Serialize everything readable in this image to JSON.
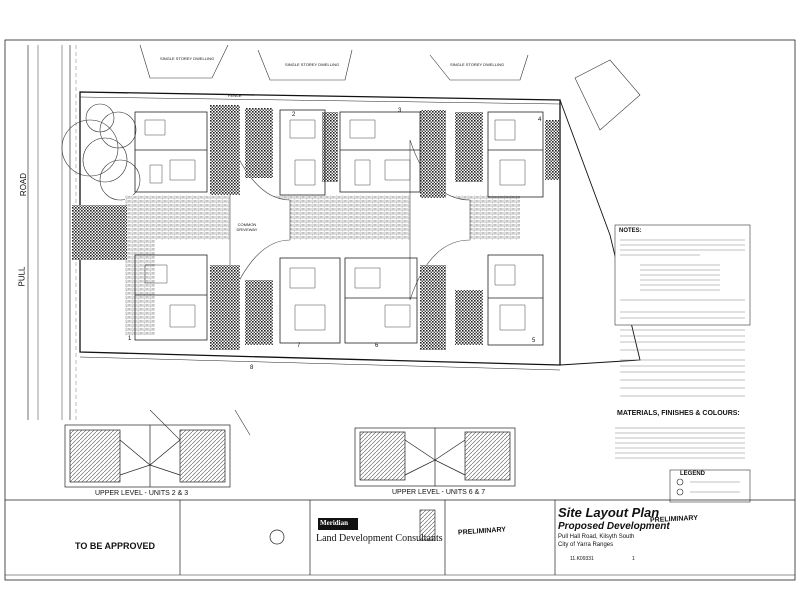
{
  "drawing": {
    "title": "Site Layout Plan",
    "subtitle": "Proposed Development",
    "address_line1": "Pull Hall Road, Kilsyth South",
    "address_line2": "City of Yarra Ranges",
    "status_stamp": "PRELIMINARY",
    "approval_text": "TO BE APPROVED",
    "sheet_label": "1",
    "job_no": "11.K09331"
  },
  "firm": {
    "logo_text": "Meridian",
    "name": "Land Development Consultants"
  },
  "site": {
    "road_name_1": "PULL",
    "road_name_2": "ROAD",
    "carriageway_label": "COMMON DRIVEWAY",
    "upper_level_a": "UPPER LEVEL - UNITS 2 & 3",
    "upper_level_b": "UPPER LEVEL - UNITS 6 & 7",
    "neighbour_1": "SINGLE STOREY DWELLING",
    "neighbour_2": "SINGLE STOREY DWELLING",
    "neighbour_3": "SINGLE STOREY DWELLING",
    "fence_label": "FENCE",
    "units": [
      "1",
      "2",
      "3",
      "4",
      "5",
      "6",
      "7",
      "8"
    ]
  },
  "notes": {
    "heading": "NOTES:",
    "materials_heading": "MATERIALS, FINISHES & COLOURS:",
    "legend_heading": "LEGEND"
  }
}
